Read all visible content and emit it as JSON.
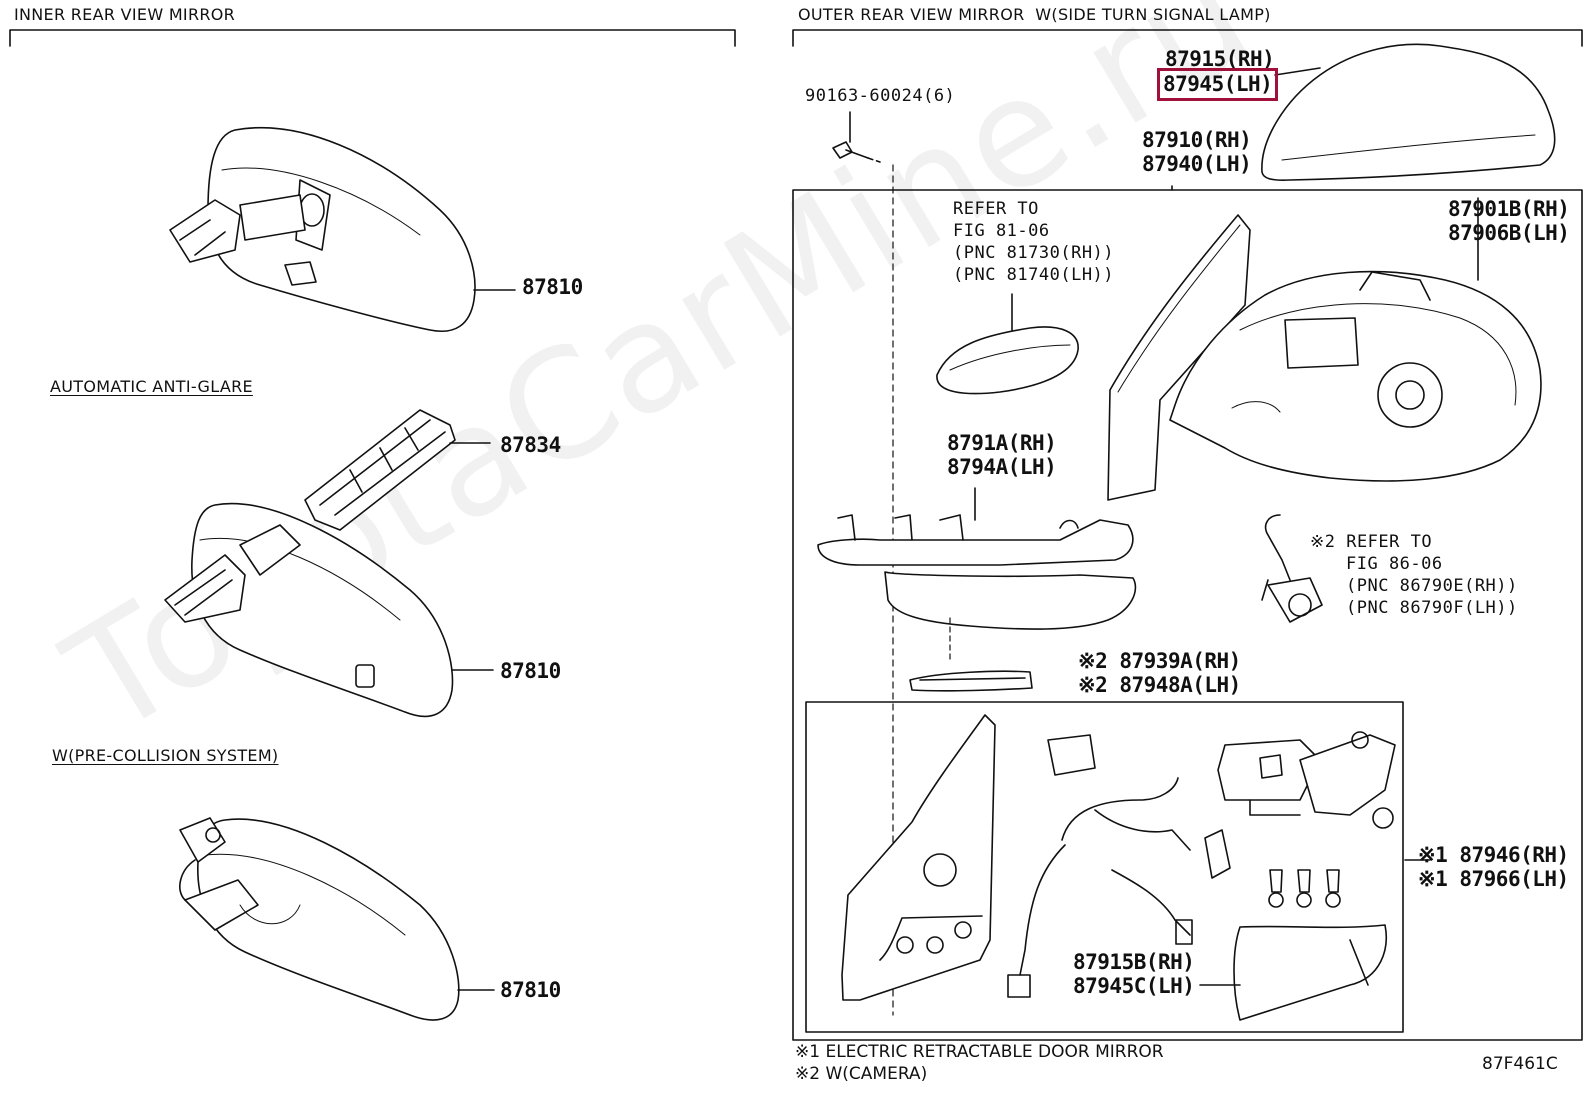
{
  "sections": {
    "inner": "INNER REAR VIEW MIRROR",
    "outer": "OUTER REAR VIEW MIRROR  W(SIDE TURN SIGNAL LAMP)",
    "auto_anti_glare": "AUTOMATIC ANTI-GLARE",
    "pre_collision": "W(PRE-COLLISION SYSTEM)"
  },
  "inner_parts": {
    "mirror_1": "87810",
    "cover": "87834",
    "mirror_2": "87810",
    "mirror_3": "87810"
  },
  "outer_parts": {
    "bolt": "90163-60024(6)",
    "cover_rh": "87915(RH)",
    "cover_lh": "87945(LH)",
    "assy_rh": "87910(RH)",
    "assy_lh": "87940(LH)",
    "housing_rh": "87901B(RH)",
    "housing_lh": "87906B(LH)",
    "lamp_rh": "8791A(RH)",
    "lamp_lh": "8794A(LH)",
    "camera_cover_rh": "※2 87939A(RH)",
    "camera_cover_lh": "※2 87948A(LH)",
    "retract_rh": "※1 87946(RH)",
    "retract_lh": "※1 87966(LH)",
    "lower_cover_rh": "87915B(RH)",
    "lower_cover_lh": "87945C(LH)"
  },
  "references": {
    "ref1": [
      "REFER TO",
      "FIG 81-06",
      "(PNC 81730(RH))",
      "(PNC 81740(LH))"
    ],
    "ref2": [
      "※2 REFER TO",
      "FIG 86-06",
      "(PNC 86790E(RH))",
      "(PNC 86790F(LH))"
    ]
  },
  "footnotes": {
    "note1": "※1 ELECTRIC RETRACTABLE DOOR MIRROR",
    "note2": "※2 W(CAMERA)"
  },
  "figure_code": "87F461C",
  "watermark": "ToyotaCarMine.ru",
  "colors": {
    "highlight": "#a0103a",
    "line": "#111111"
  }
}
